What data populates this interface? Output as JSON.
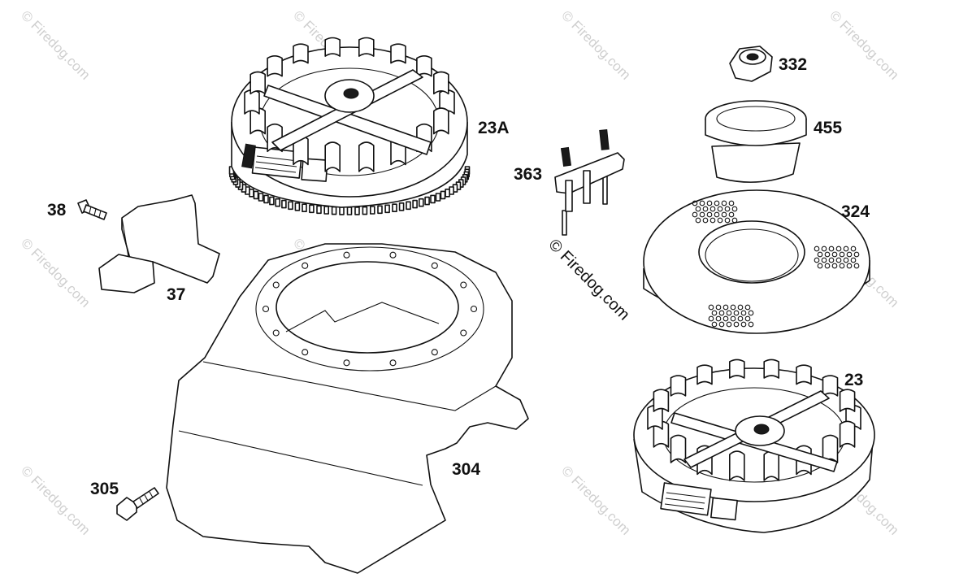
{
  "diagram": {
    "labels": {
      "p23A": "23A",
      "p38": "38",
      "p37": "37",
      "p304": "304",
      "p305": "305",
      "p363": "363",
      "p332": "332",
      "p455": "455",
      "p324": "324",
      "p23": "23"
    },
    "watermark": "© Firedog.com",
    "center_watermark": "© Firedog.com"
  }
}
